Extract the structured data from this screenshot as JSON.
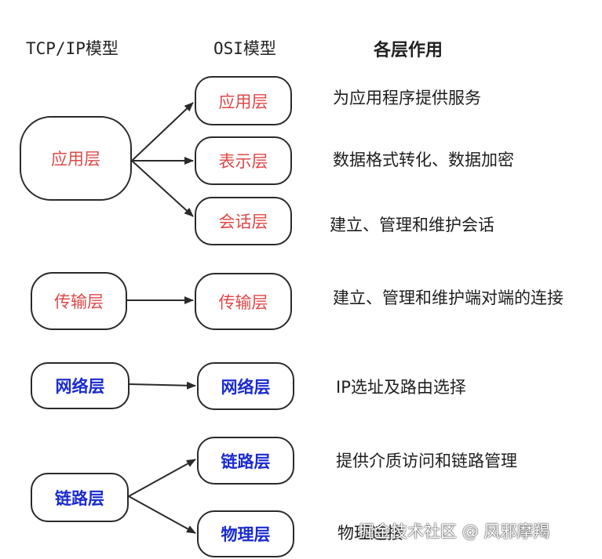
{
  "headers": {
    "tcpip": "TCP/IP模型",
    "osi": "OSI模型",
    "role": "各层作用"
  },
  "tcpip_layers": [
    {
      "label": "应用层",
      "color": "red"
    },
    {
      "label": "传输层",
      "color": "red"
    },
    {
      "label": "网络层",
      "color": "blue"
    },
    {
      "label": "链路层",
      "color": "blue"
    }
  ],
  "osi_layers": [
    {
      "label": "应用层",
      "color": "red"
    },
    {
      "label": "表示层",
      "color": "red"
    },
    {
      "label": "会话层",
      "color": "red"
    },
    {
      "label": "传输层",
      "color": "red"
    },
    {
      "label": "网络层",
      "color": "blue"
    },
    {
      "label": "链路层",
      "color": "blue"
    },
    {
      "label": "物理层",
      "color": "blue"
    }
  ],
  "descriptions": [
    "为应用程序提供服务",
    "数据格式转化、数据加密",
    "建立、管理和维护会话",
    "建立、管理和维护端对端的连接",
    "IP选址及路由选择",
    "提供介质访问和链路管理",
    "物理连接"
  ],
  "watermark": "掘金技术社区 @ 凤邪摩羯",
  "colors": {
    "red": "#e04848",
    "blue": "#1a2bd0",
    "stroke": "#2a2a2a"
  }
}
